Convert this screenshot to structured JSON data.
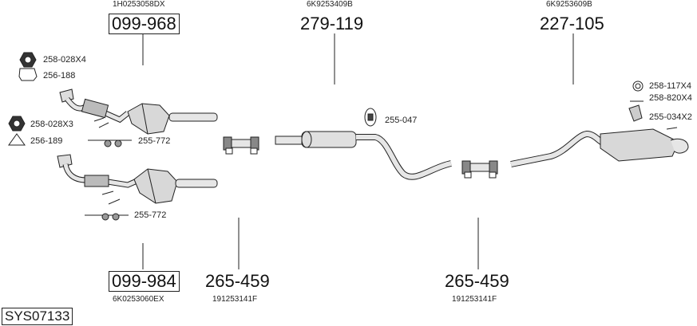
{
  "system_code": "SYS07133",
  "main_parts": [
    {
      "id": "cat1",
      "number": "099-968",
      "oem": "1H0253058DX",
      "boxed": true
    },
    {
      "id": "cat2",
      "number": "099-984",
      "oem": "6K0253060EX",
      "boxed": true
    },
    {
      "id": "mid",
      "number": "279-119",
      "oem": "6K9253409B",
      "boxed": false
    },
    {
      "id": "rear",
      "number": "227-105",
      "oem": "6K9253609B",
      "boxed": false
    },
    {
      "id": "clamp1",
      "number": "265-459",
      "oem": "191253141F",
      "boxed": false
    },
    {
      "id": "clamp2",
      "number": "265-459",
      "oem": "191253141F",
      "boxed": false
    }
  ],
  "accessories": [
    {
      "id": "nut1",
      "label": "258-028X4",
      "icon": "hex-nut-icon"
    },
    {
      "id": "gasket1",
      "label": "256-188",
      "icon": "gasket-icon"
    },
    {
      "id": "nut2",
      "label": "258-028X3",
      "icon": "hex-nut-icon"
    },
    {
      "id": "gasket2",
      "label": "256-189",
      "icon": "triangular-gasket-icon"
    },
    {
      "id": "mount1",
      "label": "255-772",
      "icon": "mounting-bracket-icon"
    },
    {
      "id": "mount2",
      "label": "255-772",
      "icon": "mounting-bracket-icon"
    },
    {
      "id": "hanger",
      "label": "255-047",
      "icon": "rubber-hanger-icon"
    },
    {
      "id": "washer",
      "label": "258-117X4",
      "icon": "washer-icon"
    },
    {
      "id": "bolt",
      "label": "258-820X4",
      "icon": "bolt-icon"
    },
    {
      "id": "rearmount",
      "label": "255-034X2",
      "icon": "rear-mount-icon"
    }
  ],
  "colors": {
    "line": "#222222",
    "pipe_fill": "#e6e6e6",
    "shade": "#bdbdbd"
  }
}
